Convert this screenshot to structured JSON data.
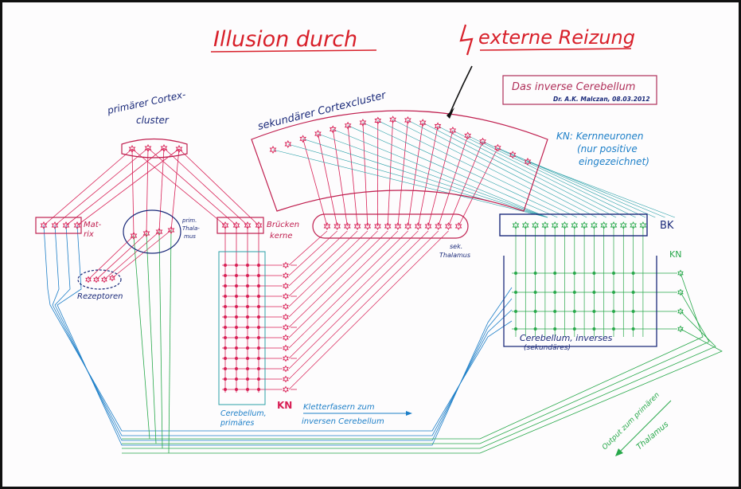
{
  "title": {
    "part1": "Illusion durch",
    "part2": "externe Reizung"
  },
  "info_box": {
    "title": "Das inverse Cerebellum",
    "author": "Dr. A.K. Malczan, 08.03.2012"
  },
  "legend": {
    "line1": "KN: Kernneuronen",
    "line2": "(nur positive",
    "line3": "eingezeichnet)"
  },
  "labels": {
    "primary_cortex_1": "primärer Cortex-",
    "primary_cortex_2": "cluster",
    "secondary_cortex": "sekundärer Cortexcluster",
    "matrix_1": "Mat-",
    "matrix_2": "rix",
    "prim_thalamus_1": "prim.",
    "prim_thalamus_2": "Thala-",
    "prim_thalamus_3": "mus",
    "receptors": "Rezeptoren",
    "bridge_1": "Brücken",
    "bridge_2": "kerne",
    "sek_thalamus_1": "sek.",
    "sek_thalamus_2": "Thalamus",
    "bk": "BK",
    "kn_right": "KN",
    "kn_left": "KN",
    "cereb_primary_1": "Cerebellum,",
    "cereb_primary_2": "primäres",
    "climbing_1": "Kletterfasern zum",
    "climbing_2": "inversen Cerebellum",
    "cereb_inverse_1": "Cerebellum, inverses",
    "cereb_inverse_2": "(sekundäres)",
    "output_1": "Output zum primären",
    "output_2": "Thalamus"
  },
  "colors": {
    "red": "#d81f55",
    "blue": "#1d7fc8",
    "green": "#27a84a",
    "navy": "#1b2a7a",
    "teal": "#2aa0a8"
  }
}
